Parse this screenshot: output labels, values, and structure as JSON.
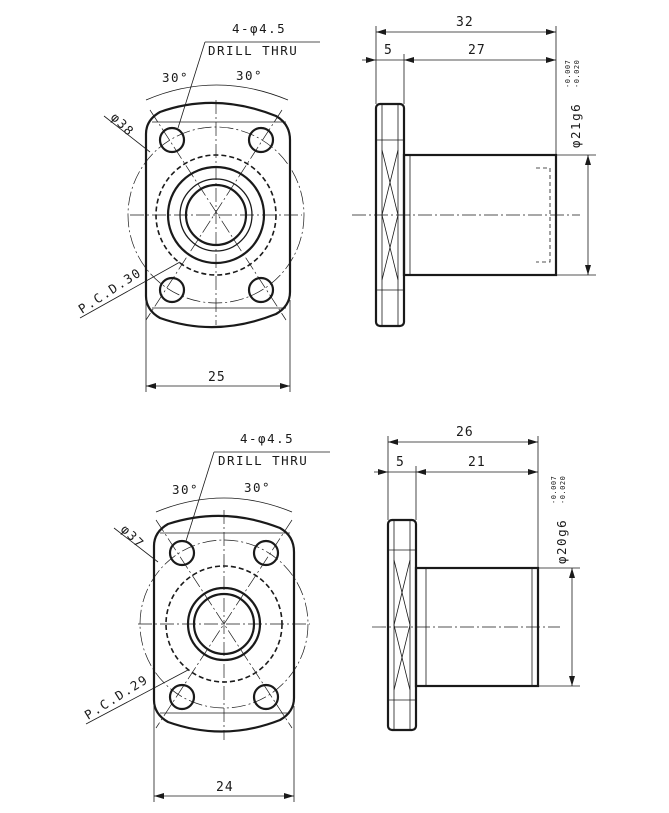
{
  "top": {
    "hole_callout": "4-φ4.5",
    "drill_note": "DRILL THRU",
    "angle_left": "30°",
    "angle_right": "30°",
    "outer_diameter": "φ38",
    "pcd": "P.C.D.30",
    "width": "25",
    "overall_length": "32",
    "flange_thickness": "5",
    "body_length": "27",
    "shaft_fit": "φ21g6",
    "tol_upper": "-0.007",
    "tol_lower": "-0.020"
  },
  "bottom": {
    "hole_callout": "4-φ4.5",
    "drill_note": "DRILL THRU",
    "angle_left": "30°",
    "angle_right": "30°",
    "outer_diameter": "φ37",
    "pcd": "P.C.D.29",
    "width": "24",
    "overall_length": "26",
    "flange_thickness": "5",
    "body_length": "21",
    "shaft_fit": "φ20g6",
    "tol_upper": "-0.007",
    "tol_lower": "-0.020"
  }
}
